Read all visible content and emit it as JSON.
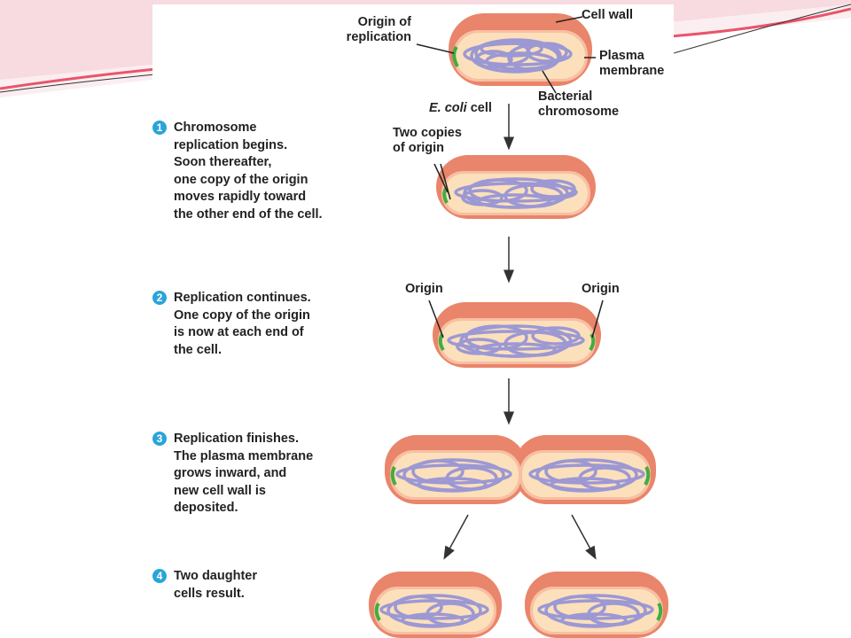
{
  "steps": [
    {
      "number": "1",
      "text": "Chromosome\nreplication begins.\nSoon thereafter,\none copy of the origin\nmoves rapidly toward\nthe other end of the cell."
    },
    {
      "number": "2",
      "text": "Replication continues.\nOne copy of the origin\nis now at each end of\nthe cell."
    },
    {
      "number": "3",
      "text": "Replication finishes.\nThe plasma membrane\ngrows inward, and\nnew cell wall is\ndeposited."
    },
    {
      "number": "4",
      "text": "Two daughter\ncells result."
    }
  ],
  "labels": {
    "origin_of_replication": "Origin of\nreplication",
    "cell_wall": "Cell wall",
    "plasma_membrane": "Plasma\nmembrane",
    "ecoli_italic": "E. coli",
    "ecoli_rest": " cell",
    "bacterial_chromosome": "Bacterial\nchromosome",
    "two_copies_of_origin": "Two copies\nof origin",
    "origin_left": "Origin",
    "origin_right": "Origin"
  },
  "colors": {
    "cell_wall": "#e9856a",
    "cytoplasm": "#fbe0bb",
    "chromosome": "#9c98d4",
    "origin": "#3fae3f",
    "step_badge": "#2aa4d9",
    "slide_accent": "#e8556b"
  }
}
